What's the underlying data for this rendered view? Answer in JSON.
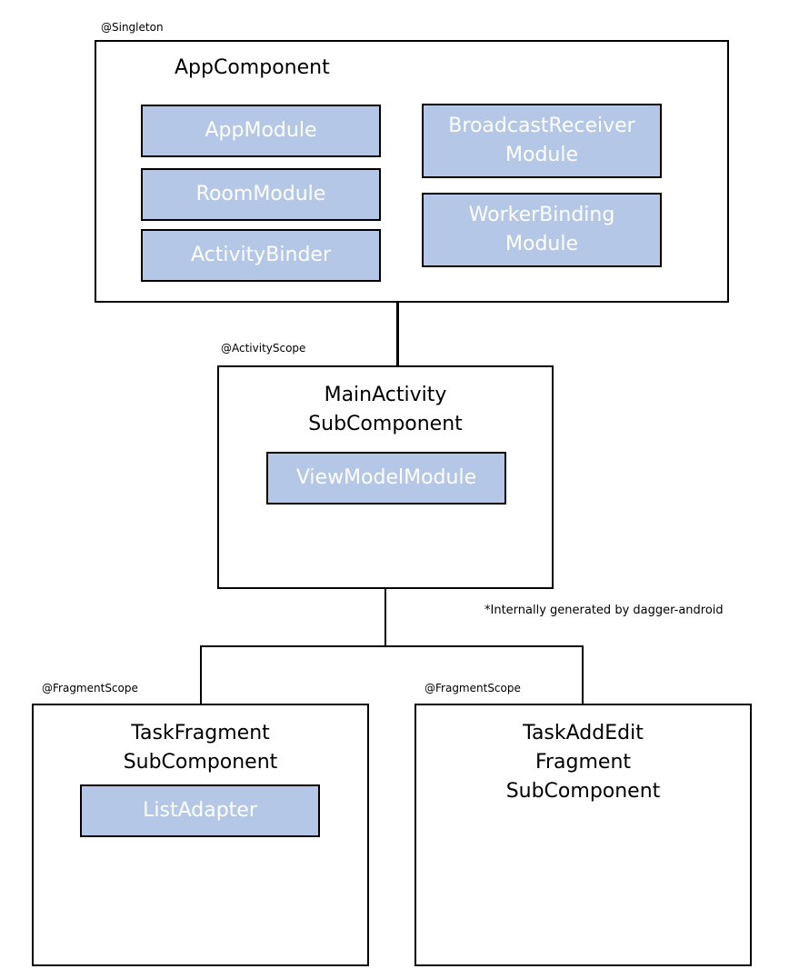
{
  "colors": {
    "module_fill": "#b4c7e7",
    "module_text": "#ffffff",
    "border": "#000000",
    "background": "#ffffff"
  },
  "app_component": {
    "scope": "@Singleton",
    "title": "AppComponent",
    "modules": [
      {
        "lines": [
          "AppModule"
        ]
      },
      {
        "lines": [
          "RoomModule"
        ]
      },
      {
        "lines": [
          "ActivityBinder"
        ]
      },
      {
        "lines": [
          "BroadcastReceiver",
          "Module"
        ]
      },
      {
        "lines": [
          "WorkerBinding",
          "Module"
        ]
      }
    ]
  },
  "main_activity": {
    "scope": "@ActivityScope",
    "title_lines": [
      "MainActivity",
      "SubComponent"
    ],
    "modules": [
      {
        "lines": [
          "ViewModelModule"
        ]
      }
    ]
  },
  "note": "*Internally generated by dagger-android",
  "task_fragment": {
    "scope": "@FragmentScope",
    "title_lines": [
      "TaskFragment",
      "SubComponent"
    ],
    "modules": [
      {
        "lines": [
          "ListAdapter"
        ]
      }
    ]
  },
  "task_add_edit": {
    "scope": "@FragmentScope",
    "title_lines": [
      "TaskAddEdit",
      "Fragment",
      "SubComponent"
    ]
  }
}
